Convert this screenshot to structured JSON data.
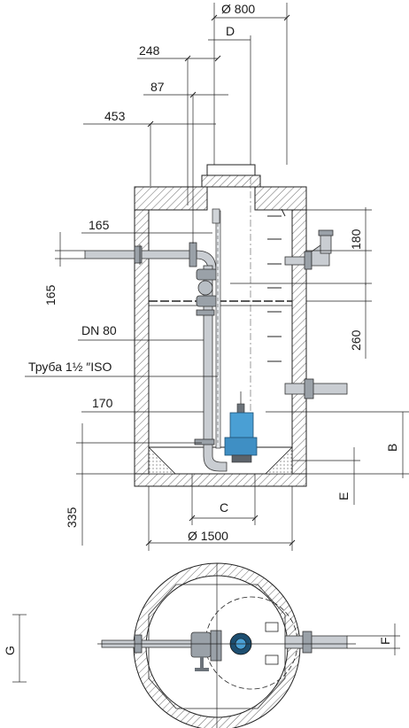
{
  "dimensions": {
    "d800": "Ø 800",
    "d": "D",
    "d248": "248",
    "d87": "87",
    "d453": "453",
    "d165_top": "165",
    "d165_side": "165",
    "dn80": "DN 80",
    "pipe_label": "Труба 1½ ″ISO",
    "d170": "170",
    "d335": "335",
    "c": "C",
    "d1500": "Ø 1500",
    "d180": "180",
    "d260": "260",
    "b": "B",
    "e": "E",
    "g": "G",
    "f": "F"
  },
  "colors": {
    "pump": "#4a9fd4",
    "pipe": "#c9cdd2",
    "line": "#222222"
  }
}
